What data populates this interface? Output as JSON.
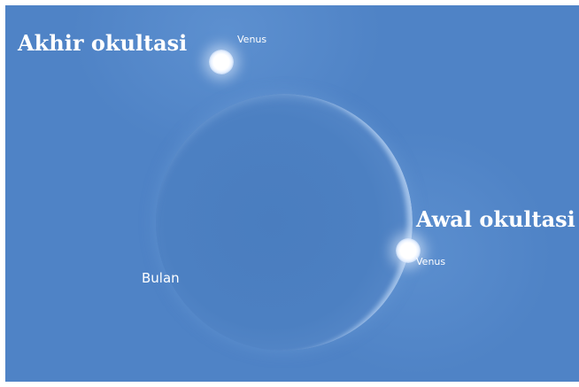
{
  "labels": {
    "end_occultation": "Akhir okultasi",
    "start_occultation": "Awal okultasi",
    "venus_top": "Venus",
    "venus_right": "Venus",
    "moon": "Bulan"
  },
  "colors": {
    "sky": "#4f83c6",
    "moon": "#4c80c2",
    "text": "#ffffff",
    "venus": "#ffffff"
  }
}
